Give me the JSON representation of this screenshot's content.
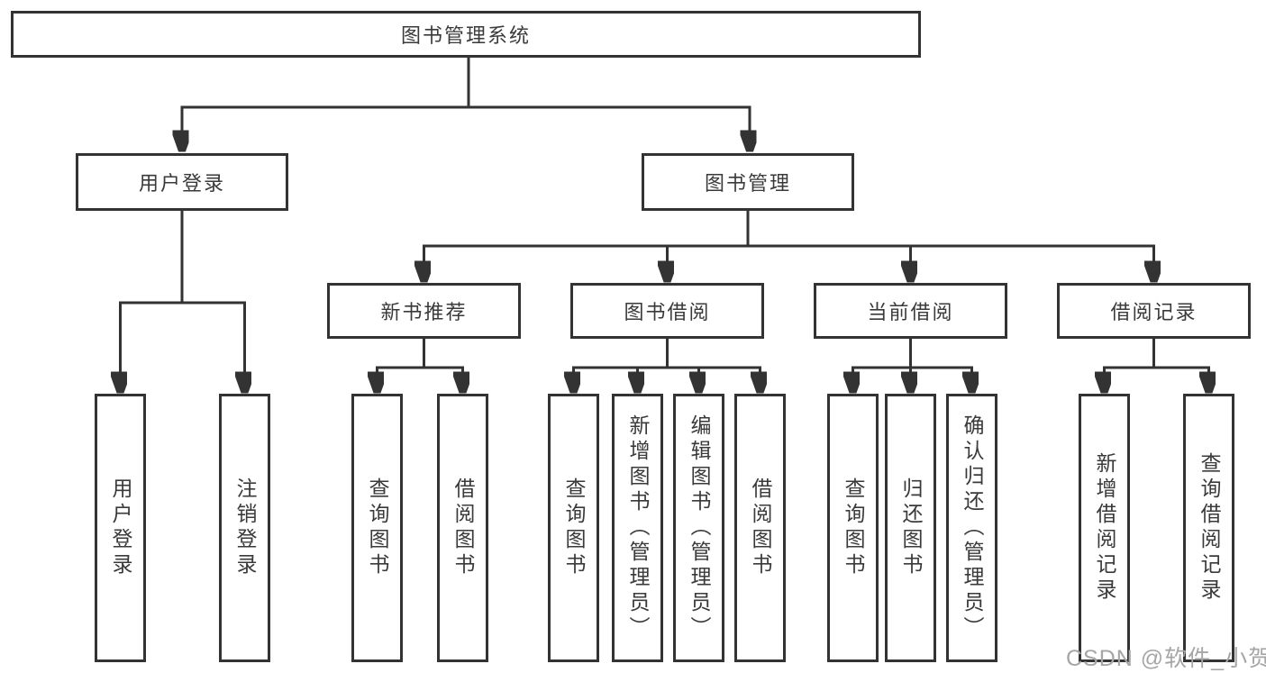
{
  "diagram": {
    "title": "图书管理系统",
    "root": {
      "label": "图书管理系统"
    },
    "branches": [
      {
        "label": "用户登录",
        "leaves": [
          {
            "label": "用户登录"
          },
          {
            "label": "注销登录"
          }
        ]
      },
      {
        "label": "图书管理",
        "groups": [
          {
            "label": "新书推荐",
            "leaves": [
              {
                "label": "查询图书"
              },
              {
                "label": "借阅图书"
              }
            ]
          },
          {
            "label": "图书借阅",
            "leaves": [
              {
                "label": "查询图书"
              },
              {
                "label": "新增图书（管理员）"
              },
              {
                "label": "编辑图书（管理员）"
              },
              {
                "label": "借阅图书"
              }
            ]
          },
          {
            "label": "当前借阅",
            "leaves": [
              {
                "label": "查询图书"
              },
              {
                "label": "归还图书"
              },
              {
                "label": "确认归还（管理员）"
              }
            ]
          },
          {
            "label": "借阅记录",
            "leaves": [
              {
                "label": "新增借阅记录"
              },
              {
                "label": "查询借阅记录"
              }
            ]
          }
        ]
      }
    ]
  },
  "watermark": {
    "text": "CSDN @软件_小贺同学"
  },
  "colors": {
    "line": "#333333",
    "text": "#3a3a3a",
    "watermark": "#a6a6a6",
    "background": "#ffffff"
  }
}
